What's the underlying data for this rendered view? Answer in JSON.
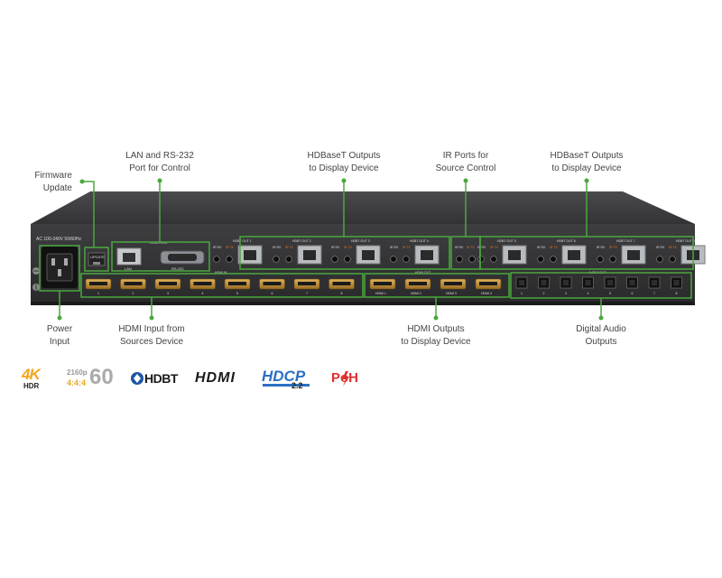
{
  "callouts": {
    "firmware": [
      "Firmware",
      "Update"
    ],
    "lan": [
      "LAN and RS-232",
      "Port for Control"
    ],
    "hdbt_left": [
      "HDBaseT Outputs",
      "to Display Device"
    ],
    "ir": [
      "IR Ports for",
      "Source Control"
    ],
    "hdbt_right": [
      "HDBaseT Outputs",
      "to Display Device"
    ],
    "power": [
      "Power",
      "Input"
    ],
    "hdmi_in": [
      "HDMI Input from",
      "Sources Device"
    ],
    "hdmi_out": [
      "HDMI Outputs",
      "to Display Device"
    ],
    "audio": [
      "Digital Audio",
      "Outputs"
    ]
  },
  "panel": {
    "power_label": "AC 100-240V 50/60Hz",
    "update_label": "UPDATE",
    "lan_label": "LAN",
    "rs232_label": "RS-232",
    "control_label": "CONTROL",
    "ir_rx": "IR RX",
    "ir_tx": "IR TX",
    "hdbt_prefix": "HDBT OUT",
    "hdmi_in_label": "HDMI IN",
    "hdmi_out_label": "HDMI OUT",
    "hdmi_out_prefix": "HDMI",
    "audio_label": "AUDIO OUT"
  },
  "logos": {
    "fourk": "4K",
    "hdr": "HDR",
    "res_top": "2160p",
    "res_sub": "4:4:4",
    "res_fps": "60",
    "hdbt": "HDBT",
    "hdmi": "HDMI",
    "hdcp": "HDCP",
    "hdcp_ver": "2.2",
    "poh": "PoH"
  },
  "colors": {
    "accent": "#4aa83c",
    "chassis": "#2b2b2d",
    "panel": "#3a3a3d",
    "port_gold": "#c8953a",
    "rj45": "#b8bcc0",
    "orange": "#e4741b",
    "blue": "#2b6fc4"
  }
}
